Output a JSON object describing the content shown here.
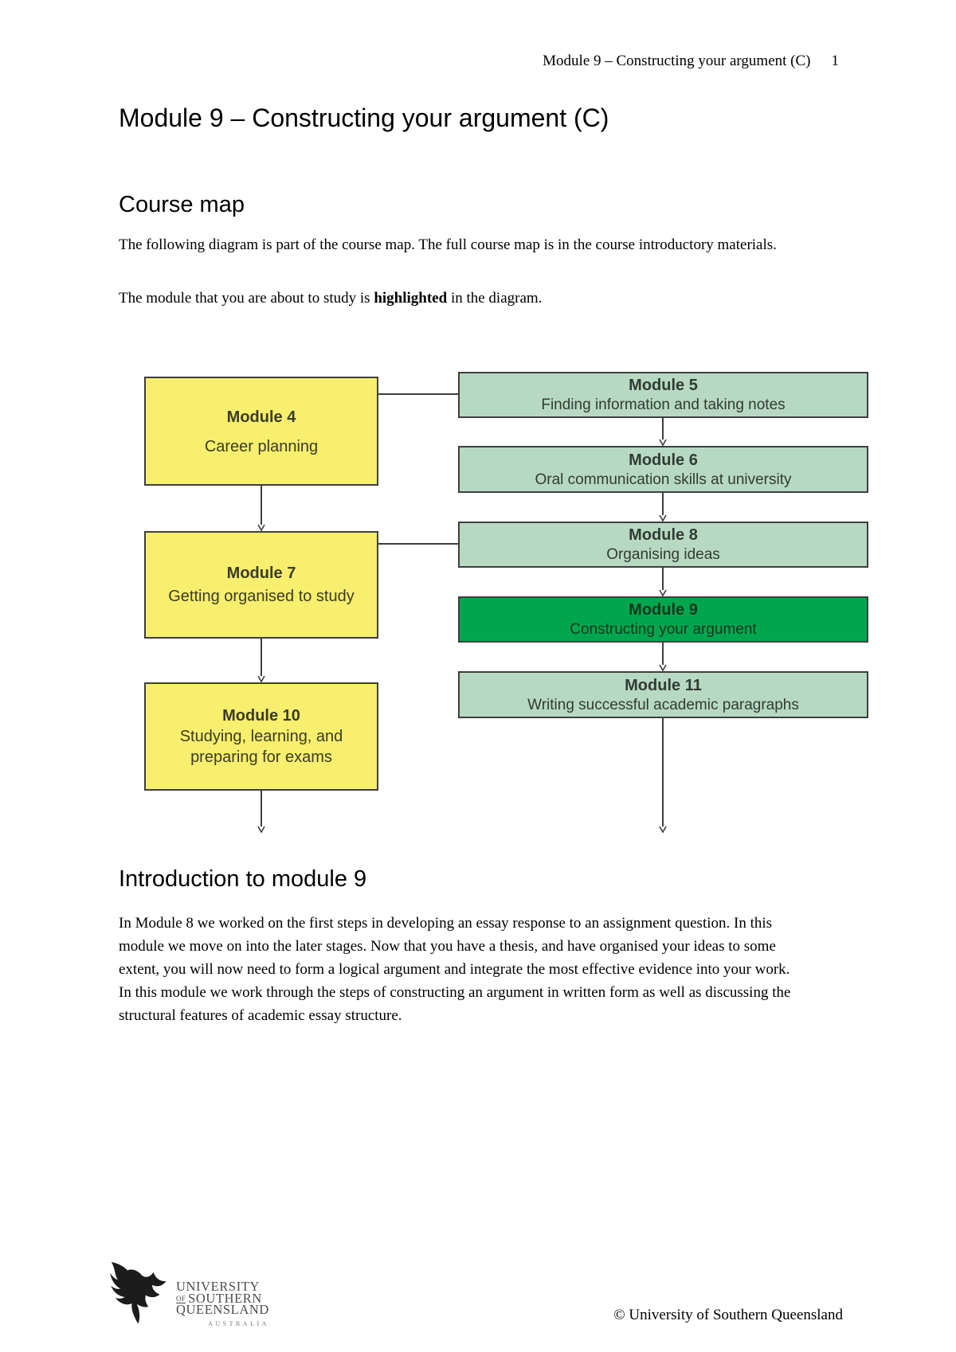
{
  "header": {
    "title": "Module 9 – Constructing your argument (C)",
    "page_number": "1"
  },
  "title": "Module 9 – Constructing your argument (C)",
  "course_map": {
    "heading": "Course map",
    "para1": "The following diagram is part of the course map. The full course map is in the course introductory materials.",
    "para2_prefix": "The module that you are about to study is ",
    "para2_bold": "highlighted",
    "para2_suffix": " in the diagram."
  },
  "diagram": {
    "colors": {
      "yellow_box": "#f7ef6d",
      "light_green_box": "#b7d9c2",
      "highlight_green_box": "#00a64e",
      "border": "#3e3e3e"
    },
    "boxes": [
      {
        "id": "module-4",
        "title": "Module 4",
        "subtitle": "Career planning",
        "style": "yellow",
        "highlighted": false
      },
      {
        "id": "module-5",
        "title": "Module 5",
        "subtitle": "Finding information and taking notes",
        "style": "light_green",
        "highlighted": false
      },
      {
        "id": "module-6",
        "title": "Module 6",
        "subtitle": "Oral communication skills at university",
        "style": "light_green",
        "highlighted": false
      },
      {
        "id": "module-7",
        "title": "Module 7",
        "subtitle": "Getting organised to study",
        "style": "yellow",
        "highlighted": false
      },
      {
        "id": "module-8",
        "title": "Module 8",
        "subtitle": "Organising ideas",
        "style": "light_green",
        "highlighted": false
      },
      {
        "id": "module-9",
        "title": "Module 9",
        "subtitle": "Constructing your argument",
        "style": "highlight_green",
        "highlighted": true
      },
      {
        "id": "module-10",
        "title": "Module 10",
        "subtitle": "Studying, learning, and preparing for exams",
        "style": "yellow",
        "highlighted": false
      },
      {
        "id": "module-11",
        "title": "Module 11",
        "subtitle": "Writing successful academic paragraphs",
        "style": "light_green",
        "highlighted": false
      }
    ]
  },
  "intro": {
    "heading": "Introduction to module 9",
    "para": "In Module 8 we worked on the first steps in developing an essay response to an assignment question. In this module we move on into the later stages. Now that you have a thesis, and have organised your ideas to some extent, you will now need to form a logical argument and integrate the most effective evidence into your work. In this module we work through the steps of constructing an argument in written form as well as discussing the structural features of academic essay structure."
  },
  "footer": {
    "logo": {
      "icon": "phoenix-icon",
      "line1": "UNIVERSITY",
      "of": "OF",
      "line2": "SOUTHERN",
      "line3": "QUEENSLAND",
      "line4": "AUSTRALIA"
    },
    "copyright": "© University of Southern Queensland"
  }
}
